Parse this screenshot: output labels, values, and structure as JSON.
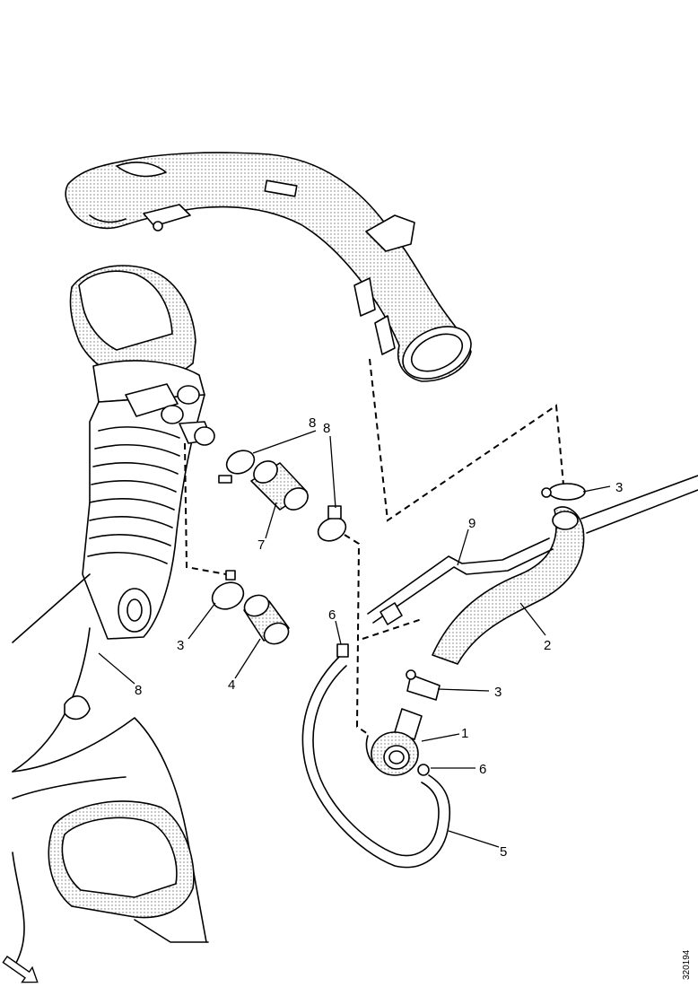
{
  "diagram": {
    "reference_code": "320194",
    "callouts": {
      "c1": "1",
      "c2": "2",
      "c3a": "3",
      "c3b": "3",
      "c3c": "3",
      "c4": "4",
      "c5": "5",
      "c6a": "6",
      "c6b": "6",
      "c7": "7",
      "c8a": "8",
      "c8b": "8",
      "c9": "9"
    },
    "colors": {
      "line": "#000000",
      "background": "#ffffff",
      "shade": "#cfcfcf"
    },
    "icons": [
      "front-direction-arrow-icon"
    ]
  }
}
